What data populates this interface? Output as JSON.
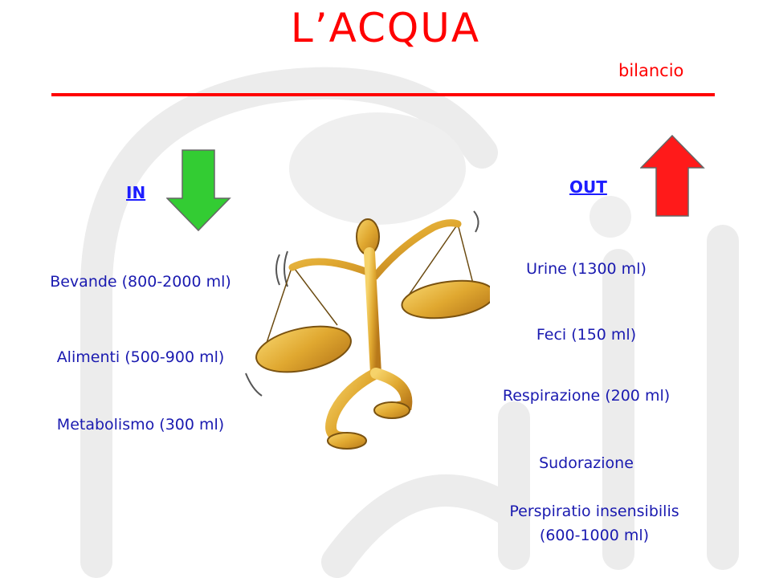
{
  "slide": {
    "title": "L’ACQUA",
    "subtitle": "bilancio",
    "colors": {
      "title": "#ff0000",
      "text": "#1a1ab0",
      "in_arrow": "#33cc33",
      "out_arrow": "#ff1a1a"
    }
  },
  "in": {
    "heading": "IN",
    "items": [
      "Bevande (800-2000 ml)",
      "Alimenti (500-900 ml)",
      "Metabolismo (300 ml)"
    ]
  },
  "out": {
    "heading": "OUT",
    "items": [
      "Urine (1300 ml)",
      "Feci (150 ml)",
      "Respirazione (200 ml)",
      "Sudorazione"
    ],
    "perspiratio": {
      "line1": "Perspiratio insensibilis",
      "line2": "(600-1000 ml)"
    }
  },
  "icons": {
    "in": "down-arrow-icon",
    "out": "up-arrow-icon",
    "illustration": "balance-scale-illustration"
  }
}
